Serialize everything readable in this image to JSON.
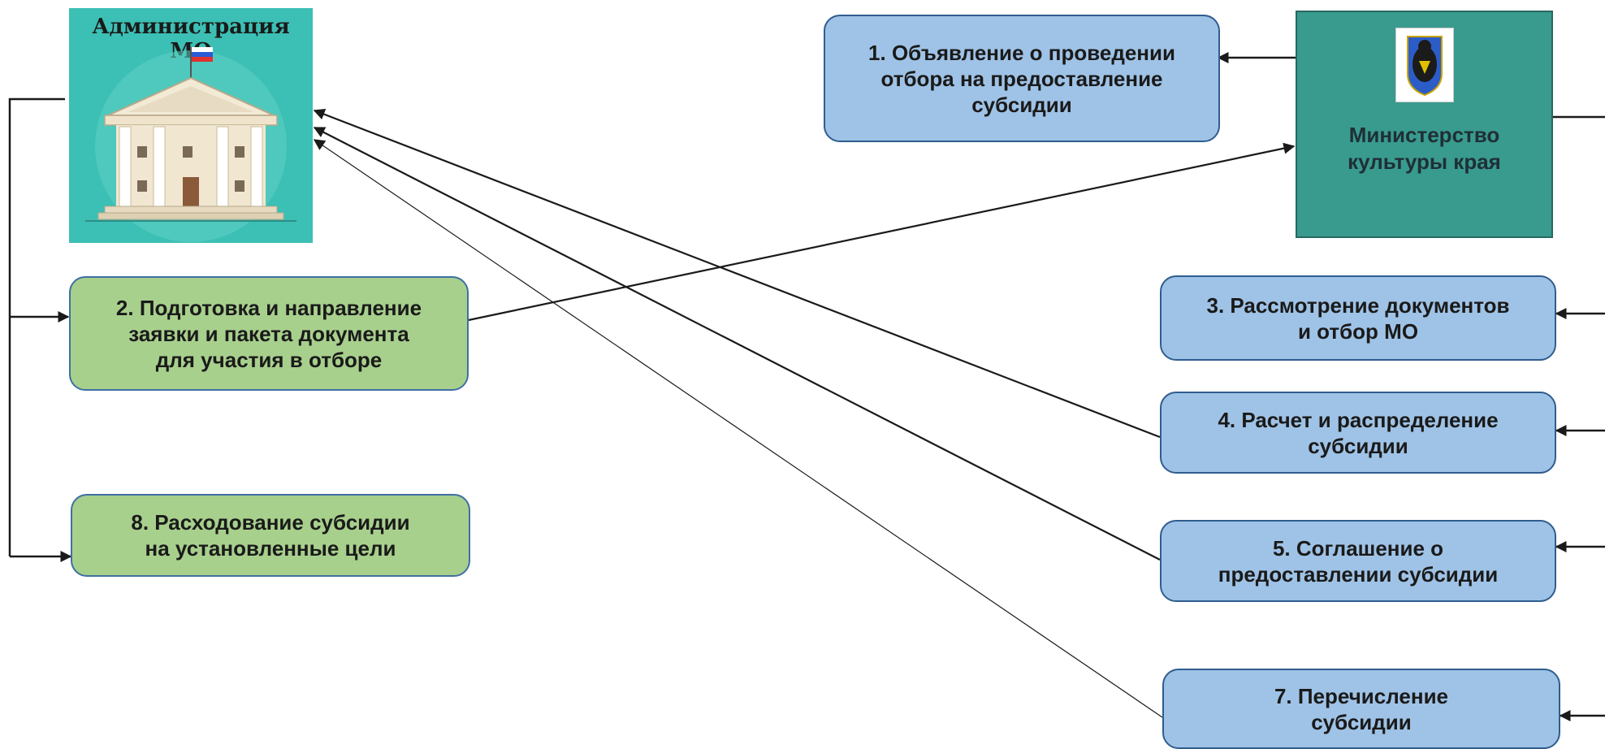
{
  "administration": {
    "title": "Администрация МО",
    "icon": "government-building-icon"
  },
  "ministry": {
    "label": "Министерство\nкультуры края",
    "emblem_icon": "bear-coat-of-arms-icon"
  },
  "steps": [
    {
      "id": "step1",
      "text": "1. Объявление о проведении\nотбора на предоставление\nсубсидии"
    },
    {
      "id": "step2",
      "text": "2. Подготовка и направление\nзаявки и пакета документа\nдля участия в отборе"
    },
    {
      "id": "step3",
      "text": "3. Рассмотрение документов\nи отбор МО"
    },
    {
      "id": "step4",
      "text": "4. Расчет и распределение\nсубсидии"
    },
    {
      "id": "step5",
      "text": "5. Соглашение о\nпредоставлении субсидии"
    },
    {
      "id": "step7",
      "text": "7. Перечисление\nсубсидии"
    },
    {
      "id": "step8",
      "text": "8. Расходование субсидии\nна установленные цели"
    }
  ],
  "colors": {
    "blue_box": "#9fc3e6",
    "green_box": "#a8d08d",
    "ministry": "#399a8e",
    "administration": "#3cbfb4"
  }
}
